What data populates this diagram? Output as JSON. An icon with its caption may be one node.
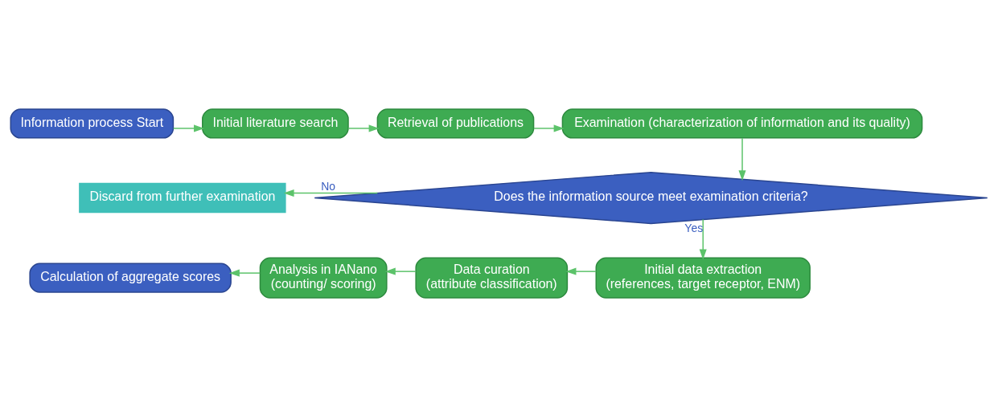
{
  "diagram": {
    "nodes": [
      {
        "text": [
          "Information process Start"
        ]
      },
      {
        "text": [
          "Initial literature search"
        ]
      },
      {
        "text": [
          "Retrieval of publications"
        ]
      },
      {
        "text": [
          "Examination (characterization of information and its quality)"
        ]
      },
      {
        "text": [
          "Does the information source meet examination criteria?"
        ]
      },
      {
        "text": [
          "Discard from further examination"
        ]
      },
      {
        "text": [
          "Initial data extraction",
          "(references, target receptor, ENM)"
        ]
      },
      {
        "text": [
          "Data curation",
          "(attribute classification)"
        ]
      },
      {
        "text": [
          "Analysis in IANano",
          "(counting/ scoring)"
        ]
      },
      {
        "text": [
          "Calculation of aggregate scores"
        ]
      }
    ],
    "edges": [
      {
        "from": 0,
        "to": 1,
        "arrow": "to"
      },
      {
        "from": 1,
        "to": 2,
        "arrow": "to"
      },
      {
        "from": 2,
        "to": 3,
        "arrow": "to"
      },
      {
        "from": 3,
        "to": 4,
        "arrow": "to"
      },
      {
        "from": 4,
        "to": 5,
        "arrow": "to",
        "label": "No"
      },
      {
        "from": 4,
        "to": 6,
        "arrow": "to",
        "label": "Yes"
      },
      {
        "from": 6,
        "to": 7,
        "arrow": "to"
      },
      {
        "from": 7,
        "to": 8,
        "arrow": "to"
      },
      {
        "from": 8,
        "to": 9,
        "arrow": "to"
      }
    ]
  }
}
